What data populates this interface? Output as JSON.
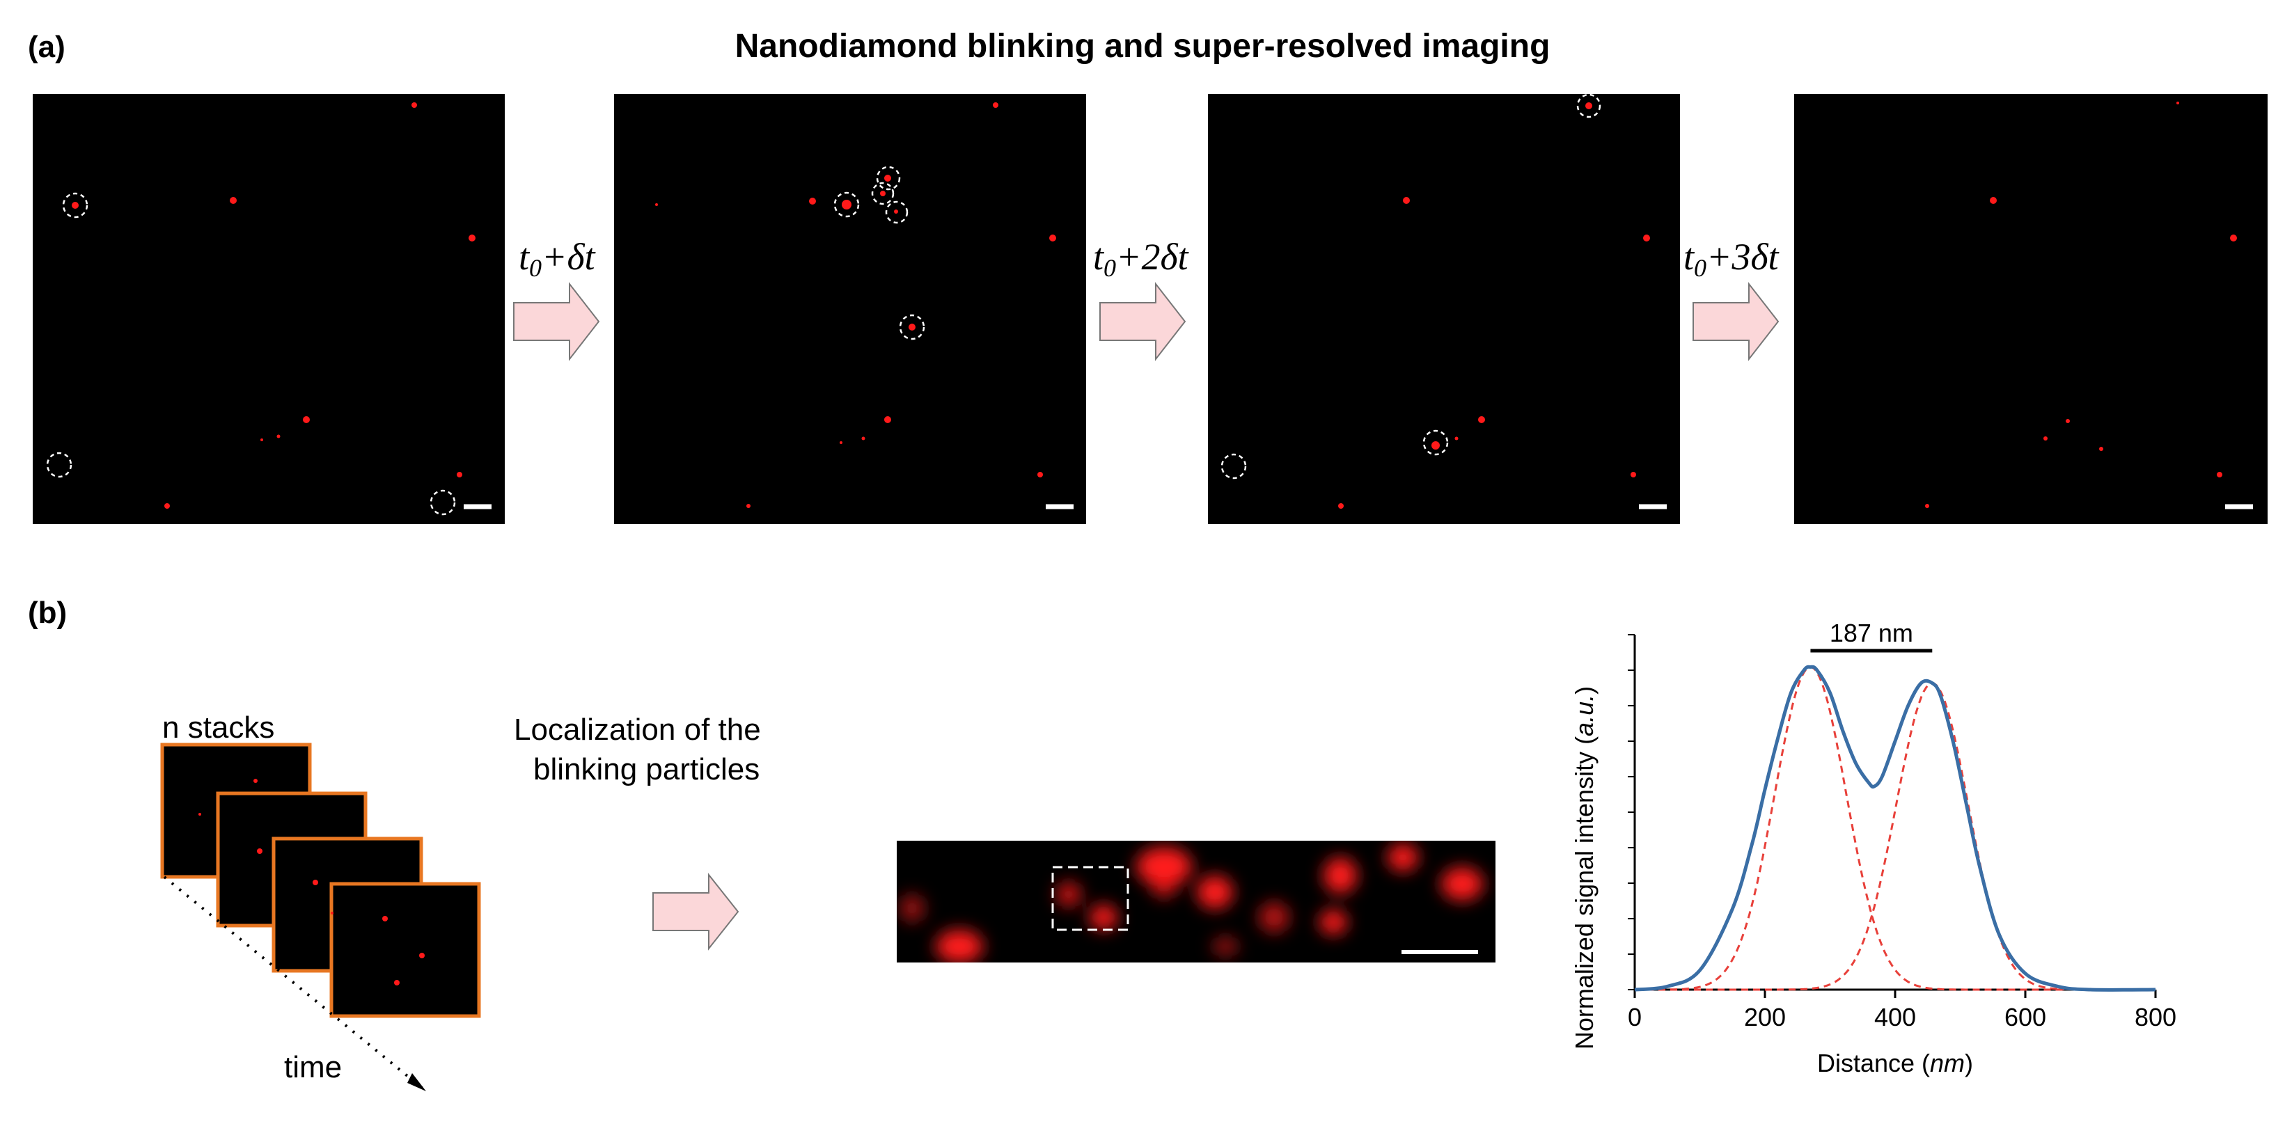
{
  "figure": {
    "title": "Nanodiamond blinking and super-resolved imaging",
    "panel_a_label": "(a)",
    "panel_b_label": "(b)",
    "steps": [
      {
        "t": "t",
        "sub": "0",
        "rest": "+δt"
      },
      {
        "t": "t",
        "sub": "0",
        "rest": "+2δt"
      },
      {
        "t": "t",
        "sub": "0",
        "rest": "+3δt"
      }
    ],
    "stacks_label": "n stacks",
    "time_label": "time",
    "localization_line1": "Localization of the",
    "localization_line2": "blinking particles",
    "colors": {
      "spot": "#ff1a1a",
      "arrow_fill": "#fbd7d9",
      "arrow_stroke": "#777777",
      "stack_border": "#e87722",
      "profile": "#3a6ea5",
      "fit": "#e8403a"
    }
  },
  "chart_data": {
    "type": "line",
    "title": "",
    "xlabel_pre": "Distance (",
    "xlabel_unit": "nm",
    "xlabel_post": ")",
    "ylabel_pre": "Normalized signal intensity (",
    "ylabel_unit": "a.u.",
    "ylabel_post": ")",
    "xlim": [
      0,
      800
    ],
    "xticks": [
      0,
      200,
      400,
      600,
      800
    ],
    "ylim": [
      0,
      1.1
    ],
    "annotation": {
      "text": "187 nm",
      "x_start": 270,
      "x_end": 457
    },
    "profile": {
      "x": [
        0,
        50,
        100,
        150,
        180,
        200,
        220,
        240,
        260,
        270,
        280,
        300,
        320,
        340,
        360,
        368,
        380,
        400,
        420,
        440,
        457,
        470,
        490,
        510,
        530,
        560,
        600,
        650,
        700,
        800
      ],
      "y": [
        0.0,
        0.01,
        0.06,
        0.25,
        0.45,
        0.62,
        0.78,
        0.92,
        0.99,
        1.0,
        0.99,
        0.92,
        0.8,
        0.7,
        0.64,
        0.63,
        0.66,
        0.77,
        0.88,
        0.95,
        0.95,
        0.91,
        0.76,
        0.57,
        0.38,
        0.17,
        0.05,
        0.01,
        0.0,
        0.0
      ]
    },
    "fits": [
      {
        "center": 270,
        "sigma": 55,
        "amp": 1.0
      },
      {
        "center": 457,
        "sigma": 55,
        "amp": 0.95
      }
    ]
  }
}
